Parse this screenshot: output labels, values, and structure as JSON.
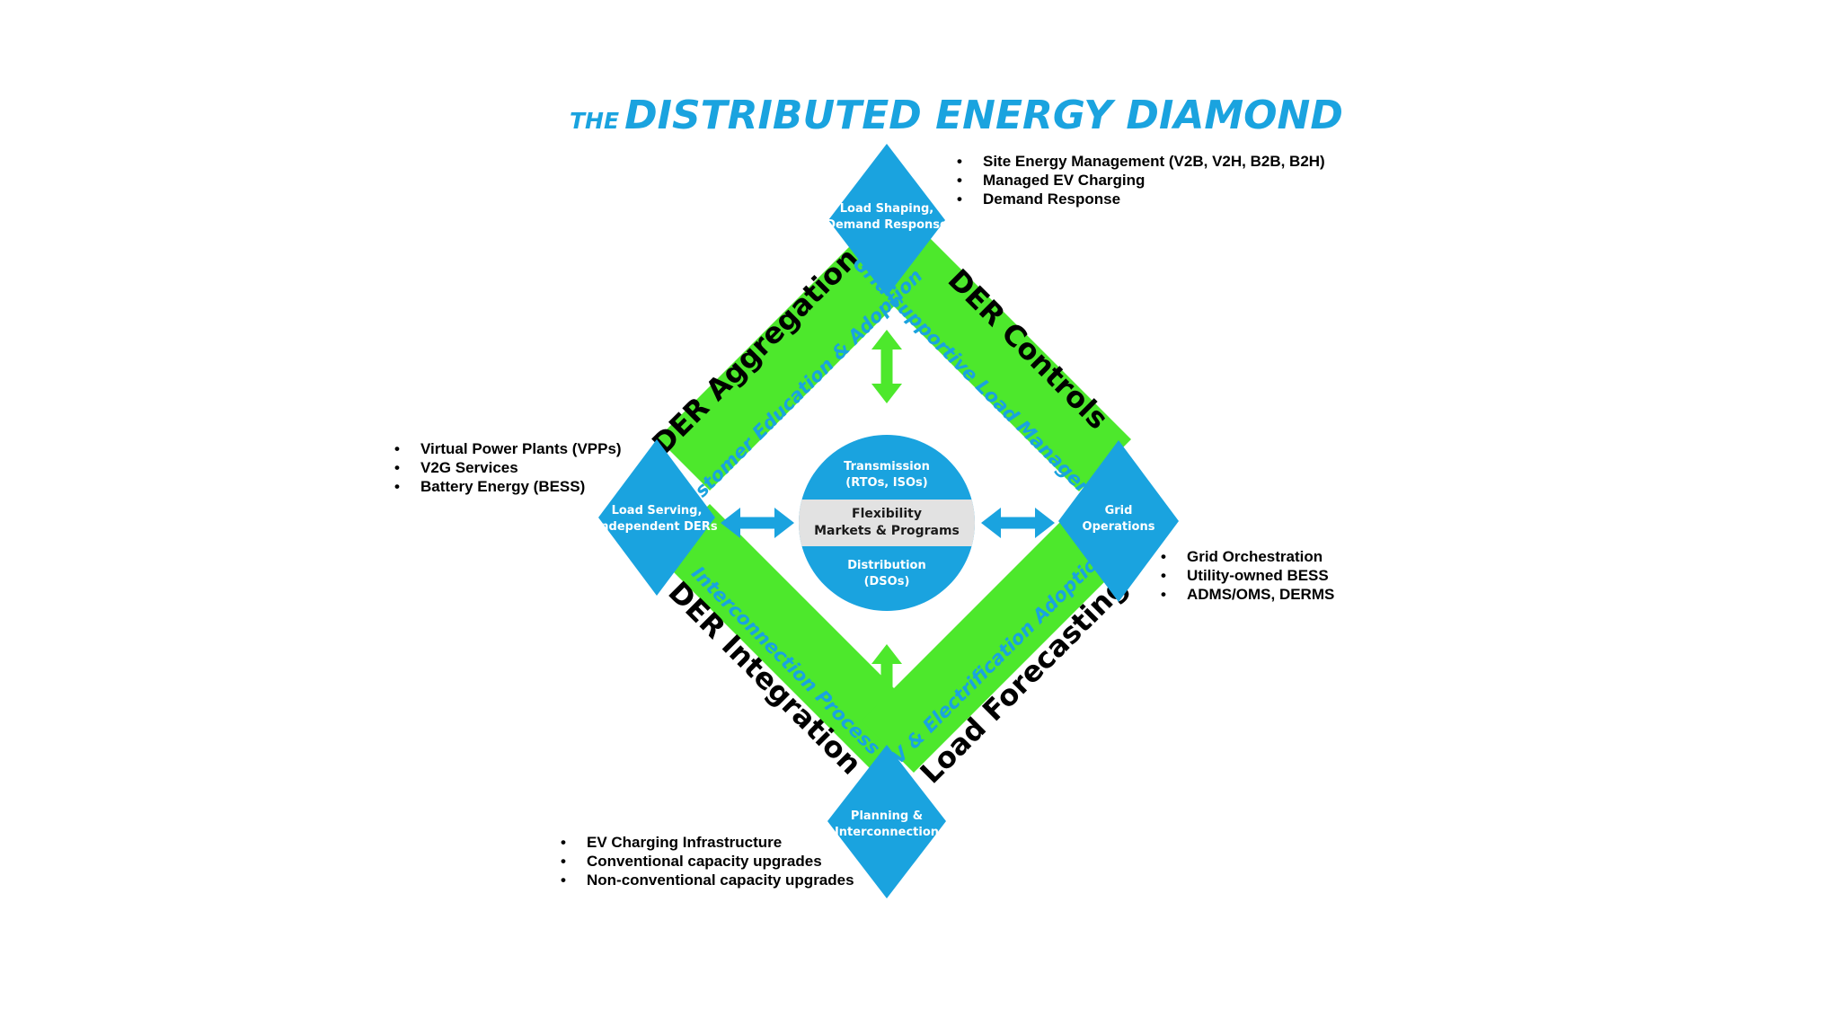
{
  "title": {
    "prefix": "THE",
    "main": "DISTRIBUTED ENERGY DIAMOND"
  },
  "colors": {
    "green": "#4de82c",
    "blue": "#1aa3df",
    "center_band": "#e2e2e2",
    "title": "#1aa3df"
  },
  "bands": {
    "top_left": "DER Aggregation",
    "top_right": "DER Controls",
    "bottom_left": "DER Integration",
    "bottom_right": "Load Forecasting"
  },
  "inner_labels": {
    "top_left": "Customer Education & Adoption",
    "top_right": "Grid-supportive Load Management",
    "bottom_left": "Interconnection Process",
    "bottom_right": "EV & Electrification Adoption"
  },
  "nodes": {
    "top": {
      "line1": "Load Shaping,",
      "line2": "Demand Response"
    },
    "left": {
      "line1": "Load Serving,",
      "line2": "Independent DERs"
    },
    "right": {
      "line1": "Grid",
      "line2": "Operations"
    },
    "bottom": {
      "line1": "Planning &",
      "line2": "Interconnection"
    }
  },
  "center": {
    "top_line1": "Transmission",
    "top_line2": "(RTOs, ISOs)",
    "mid_line1": "Flexibility",
    "mid_line2": "Markets & Programs",
    "bottom_line1": "Distribution",
    "bottom_line2": "(DSOs)"
  },
  "bullets": {
    "top": [
      "Site Energy Management (V2B, V2H, B2B, B2H)",
      "Managed EV Charging",
      "Demand Response"
    ],
    "left": [
      "Virtual Power Plants (VPPs)",
      "V2G Services",
      "Battery Energy (BESS)"
    ],
    "right": [
      "Grid Orchestration",
      "Utility-owned BESS",
      "ADMS/OMS, DERMS"
    ],
    "bottom": [
      "EV Charging Infrastructure",
      "Conventional capacity upgrades",
      "Non-conventional capacity upgrades"
    ]
  }
}
